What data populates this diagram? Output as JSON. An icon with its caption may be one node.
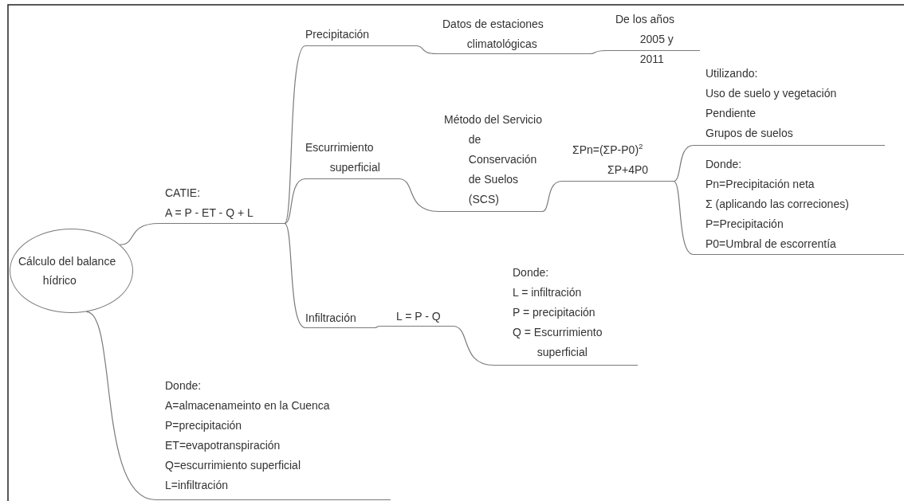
{
  "diagram": {
    "nodes": [
      {
        "text": [
          "Cálculo del balance hídrico"
        ]
      },
      {
        "text": [
          "CATIE:",
          "A = P - ET - Q + L"
        ]
      },
      {
        "text": [
          "Precipitación"
        ]
      },
      {
        "text": [
          "Datos de estaciones climatológicas"
        ]
      },
      {
        "text": [
          "De los años 2005 y 2011"
        ]
      },
      {
        "text": [
          "Escurrimiento superficial"
        ]
      },
      {
        "text": [
          "Método del Servicio de Conservación de Suelos (SCS)"
        ]
      },
      {
        "text": [
          "ΣPn=(ΣP-P0)$^{2}$",
          "ΣP+4P0"
        ]
      },
      {
        "text": [
          "Utilizando:",
          "Uso de suelo y vegetación",
          "Pendiente",
          "Grupos de suelos"
        ]
      },
      {
        "text": [
          "Donde:",
          "Pn=Precipitación neta",
          "Σ (aplicando las correciones)",
          "P=Precipitación",
          "P0=Umbral de escorrentía"
        ]
      },
      {
        "text": [
          "Infiltración"
        ]
      },
      {
        "text": [
          "L = P - Q"
        ]
      },
      {
        "text": [
          "Donde:",
          "L = infiltración",
          "P = precipitación",
          "Q = Escurrimiento superficial"
        ]
      },
      {
        "text": [
          "Donde:",
          "A=almacenameinto en la Cuenca",
          "P=precipitación",
          "ET=evapotranspiración",
          "Q=escurrimiento superficial",
          "L=infiltración"
        ]
      }
    ],
    "edges": [
      {
        "from": 0,
        "to": 1,
        "arrow": "none"
      },
      {
        "from": 1,
        "to": 2,
        "arrow": "none"
      },
      {
        "from": 2,
        "to": 3,
        "arrow": "none"
      },
      {
        "from": 3,
        "to": 4,
        "arrow": "none"
      },
      {
        "from": 1,
        "to": 5,
        "arrow": "none"
      },
      {
        "from": 5,
        "to": 6,
        "arrow": "none"
      },
      {
        "from": 6,
        "to": 7,
        "arrow": "none"
      },
      {
        "from": 7,
        "to": 8,
        "arrow": "none"
      },
      {
        "from": 7,
        "to": 9,
        "arrow": "none"
      },
      {
        "from": 1,
        "to": 10,
        "arrow": "none"
      },
      {
        "from": 10,
        "to": 11,
        "arrow": "none"
      },
      {
        "from": 11,
        "to": 12,
        "arrow": "none"
      },
      {
        "from": 0,
        "to": 13,
        "arrow": "none"
      }
    ]
  }
}
